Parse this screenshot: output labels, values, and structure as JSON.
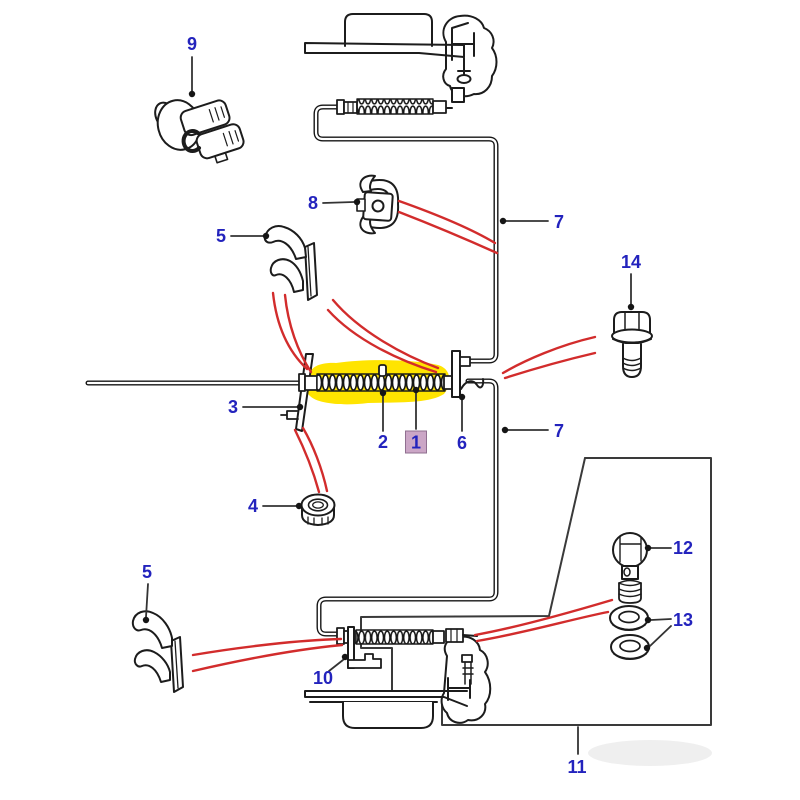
{
  "diagram": {
    "type": "parts-exploded-diagram",
    "highlighted_callout": "1",
    "callouts": [
      {
        "label": "9"
      },
      {
        "label": "8"
      },
      {
        "label": "5"
      },
      {
        "label": "14"
      },
      {
        "label": "7"
      },
      {
        "label": "3"
      },
      {
        "label": "2"
      },
      {
        "label": "1"
      },
      {
        "label": "6"
      },
      {
        "label": "7"
      },
      {
        "label": "4"
      },
      {
        "label": "5"
      },
      {
        "label": "10"
      },
      {
        "label": "12"
      },
      {
        "label": "13"
      },
      {
        "label": "11"
      }
    ],
    "colors": {
      "callout_text": "#2323bd",
      "highlight_yellow": "#ffe400",
      "highlighted_callout_bg": "#cba6c6",
      "highlighted_callout_border": "#8f6f8f",
      "reference_line_red": "#d22c2c",
      "artwork_line": "#1c1c1c",
      "leader_line": "#333333"
    }
  }
}
